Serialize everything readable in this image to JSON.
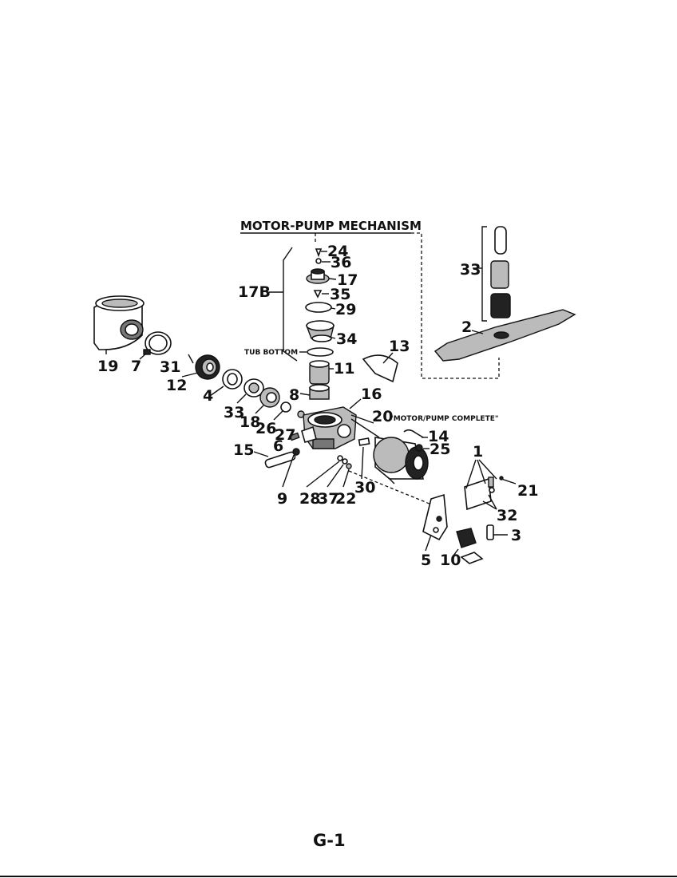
{
  "title": "MOTOR-PUMP MECHANISM",
  "page_label": "G-1",
  "annotations": {
    "tub_bottom": "TUB BOTTOM",
    "motor_pump_complete": "\"MOTOR/PUMP COMPLETE\""
  },
  "part_numbers": {
    "p24": "24",
    "p36": "36",
    "p17": "17",
    "p17b": "17B",
    "p35": "35",
    "p29": "29",
    "p34": "34",
    "p33_arm": "33",
    "p2": "2",
    "p13": "13",
    "p11": "11",
    "p19": "19",
    "p7": "7",
    "p31": "31",
    "p12": "12",
    "p4": "4",
    "p8": "8",
    "p16": "16",
    "p33_seal": "33",
    "p18": "18",
    "p26": "26",
    "p20": "20",
    "p27": "27",
    "p14": "14",
    "p6": "6",
    "p25": "25",
    "p15": "15",
    "p1": "1",
    "p21": "21",
    "p9": "9",
    "p28": "28",
    "p37": "37",
    "p22": "22",
    "p30": "30",
    "p32": "32",
    "p3": "3",
    "p5": "5",
    "p10": "10"
  }
}
